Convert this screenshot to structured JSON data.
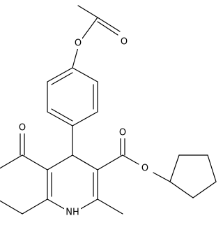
{
  "atoms": {
    "acetyl_carbonyl_oxygen": "O",
    "ester_link_oxygen_top": "O",
    "ketone_oxygen": "O",
    "ester_carbonyl_oxygen": "O",
    "ester_link_oxygen": "O",
    "ring_nitrogen": "NH"
  },
  "colors": {
    "bond": "#000000",
    "label": "#000000",
    "background": "#ffffff"
  }
}
